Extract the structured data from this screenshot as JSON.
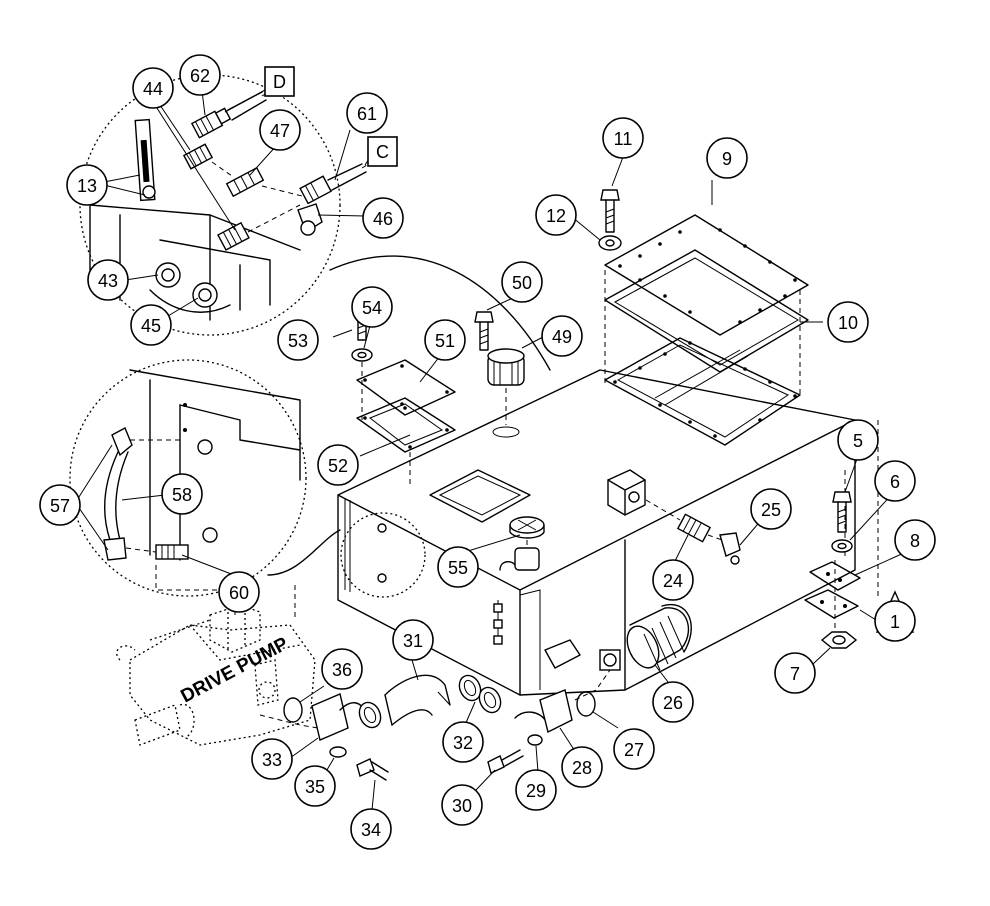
{
  "diagram": {
    "callouts": [
      "62",
      "44",
      "47",
      "61",
      "13",
      "46",
      "43",
      "45",
      "11",
      "9",
      "12",
      "10",
      "50",
      "53",
      "54",
      "51",
      "49",
      "52",
      "5",
      "6",
      "8",
      "57",
      "58",
      "60",
      "55",
      "25",
      "24",
      "1",
      "7",
      "36",
      "31",
      "26",
      "32",
      "27",
      "33",
      "35",
      "34",
      "30",
      "29",
      "28"
    ],
    "boxed_labels": [
      "D",
      "C"
    ],
    "pump_label": "DRIVE PUMP"
  }
}
